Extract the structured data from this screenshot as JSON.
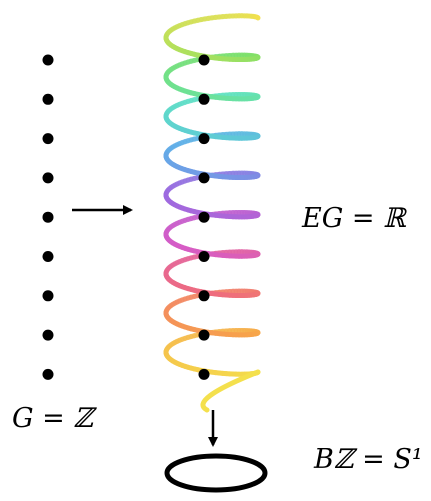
{
  "diagram": {
    "discrete_group_label": "G = ℤ",
    "universal_cover_label": "EG = ℝ",
    "classifying_space_label": "Bℤ = S¹",
    "integer_point_count": 9,
    "helix_turn_count": 9,
    "helix_colors": [
      "#f4e04d",
      "#f7a24b",
      "#ee6c7e",
      "#d65cc6",
      "#9d6ae0",
      "#5fb0e8",
      "#5fe2c4",
      "#7be06a",
      "#f4e04d"
    ]
  }
}
